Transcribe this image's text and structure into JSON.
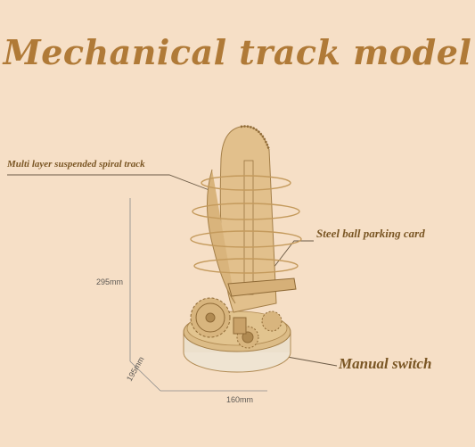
{
  "title": "Mechanical track model",
  "callouts": {
    "spiral_track": "Multi layer suspended spiral track",
    "parking_card": "Steel ball parking card",
    "manual_switch": "Manual switch"
  },
  "dimensions": {
    "height": "295mm",
    "depth": "195mm",
    "width": "160mm"
  },
  "colors": {
    "background": "#f6dfc6",
    "title": "#b07a37",
    "wood": "#e2c08c",
    "wood_dark": "#b08a52"
  }
}
